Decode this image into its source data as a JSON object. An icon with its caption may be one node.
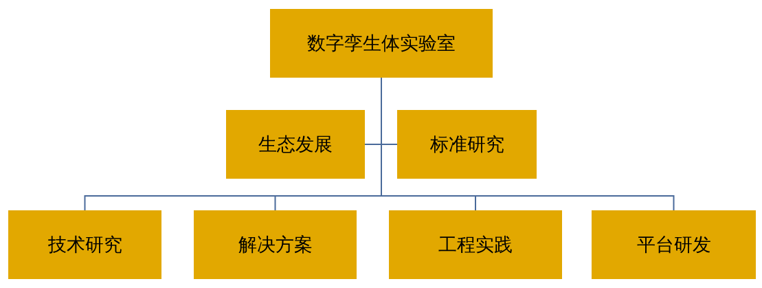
{
  "diagram": {
    "nodes": [
      {
        "text": [
          "数字孪生体实验室"
        ]
      },
      {
        "text": [
          "生态发展"
        ]
      },
      {
        "text": [
          "标准研究"
        ]
      },
      {
        "text": [
          "技术研究"
        ]
      },
      {
        "text": [
          "解决方案"
        ]
      },
      {
        "text": [
          "工程实践"
        ]
      },
      {
        "text": [
          "平台研发"
        ]
      }
    ],
    "edges": [
      {
        "from": 0,
        "to": 1,
        "arrow": "none"
      },
      {
        "from": 0,
        "to": 2,
        "arrow": "none"
      },
      {
        "from": 0,
        "to": 3,
        "arrow": "none"
      },
      {
        "from": 0,
        "to": 4,
        "arrow": "none"
      },
      {
        "from": 0,
        "to": 5,
        "arrow": "none"
      },
      {
        "from": 0,
        "to": 6,
        "arrow": "none"
      }
    ]
  }
}
